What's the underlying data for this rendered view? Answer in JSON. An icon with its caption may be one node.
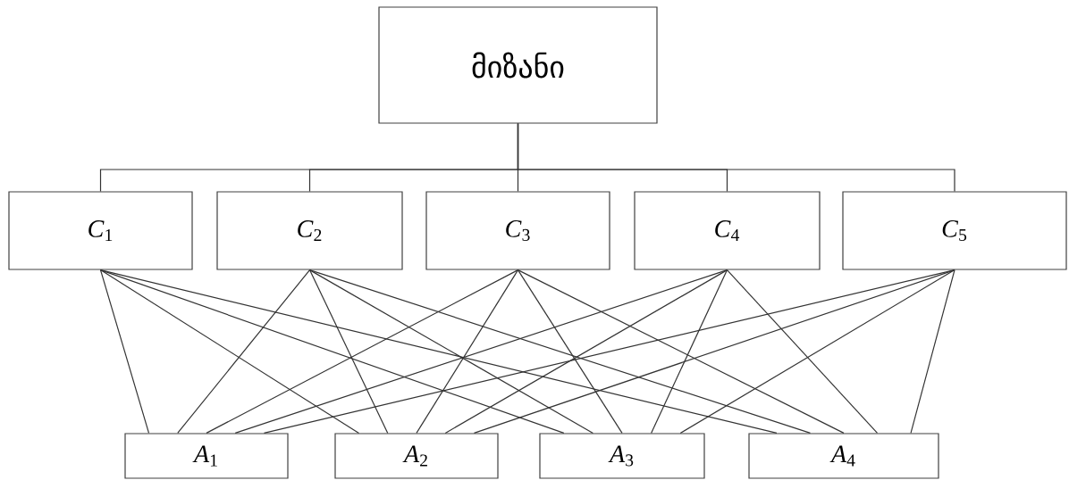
{
  "diagram": {
    "nodes": [
      {
        "text": [
          "მიზანი"
        ]
      },
      {
        "text": [
          "*C*$_{1}$"
        ]
      },
      {
        "text": [
          "*C*$_{2}$"
        ]
      },
      {
        "text": [
          "*C*$_{3}$"
        ]
      },
      {
        "text": [
          "*C*$_{4}$"
        ]
      },
      {
        "text": [
          "*C*$_{5}$"
        ]
      },
      {
        "text": [
          "*A*$_{1}$"
        ]
      },
      {
        "text": [
          "*A*$_{2}$"
        ]
      },
      {
        "text": [
          "*A*$_{3}$"
        ]
      },
      {
        "text": [
          "*A*$_{4}$"
        ]
      }
    ],
    "edges": [
      {
        "from": 0,
        "to": 1,
        "arrow": "none"
      },
      {
        "from": 0,
        "to": 2,
        "arrow": "none"
      },
      {
        "from": 0,
        "to": 3,
        "arrow": "none"
      },
      {
        "from": 0,
        "to": 4,
        "arrow": "none"
      },
      {
        "from": 0,
        "to": 5,
        "arrow": "none"
      },
      {
        "from": 1,
        "to": 6,
        "arrow": "none"
      },
      {
        "from": 1,
        "to": 7,
        "arrow": "none"
      },
      {
        "from": 1,
        "to": 8,
        "arrow": "none"
      },
      {
        "from": 1,
        "to": 9,
        "arrow": "none"
      },
      {
        "from": 2,
        "to": 6,
        "arrow": "none"
      },
      {
        "from": 2,
        "to": 7,
        "arrow": "none"
      },
      {
        "from": 2,
        "to": 8,
        "arrow": "none"
      },
      {
        "from": 2,
        "to": 9,
        "arrow": "none"
      },
      {
        "from": 3,
        "to": 6,
        "arrow": "none"
      },
      {
        "from": 3,
        "to": 7,
        "arrow": "none"
      },
      {
        "from": 3,
        "to": 8,
        "arrow": "none"
      },
      {
        "from": 3,
        "to": 9,
        "arrow": "none"
      },
      {
        "from": 4,
        "to": 6,
        "arrow": "none"
      },
      {
        "from": 4,
        "to": 7,
        "arrow": "none"
      },
      {
        "from": 4,
        "to": 8,
        "arrow": "none"
      },
      {
        "from": 4,
        "to": 9,
        "arrow": "none"
      },
      {
        "from": 5,
        "to": 6,
        "arrow": "none"
      },
      {
        "from": 5,
        "to": 7,
        "arrow": "none"
      },
      {
        "from": 5,
        "to": 8,
        "arrow": "none"
      },
      {
        "from": 5,
        "to": 9,
        "arrow": "none"
      }
    ]
  }
}
